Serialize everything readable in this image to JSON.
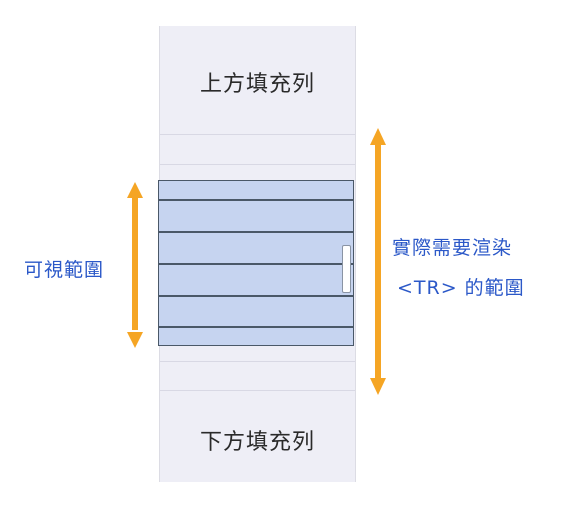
{
  "column": {
    "top_padding_label": "上方填充列",
    "bottom_padding_label": "下方填充列"
  },
  "labels": {
    "visible_range": "可視範圍",
    "render_range_line1": "實際需要渲染",
    "render_range_line2": "<TR> 的範圍"
  },
  "colors": {
    "accent": "#2b58c8",
    "arrow": "#f5a524",
    "viewport_fill": "#c6d4f0",
    "padding_fill": "#eeeef6"
  }
}
